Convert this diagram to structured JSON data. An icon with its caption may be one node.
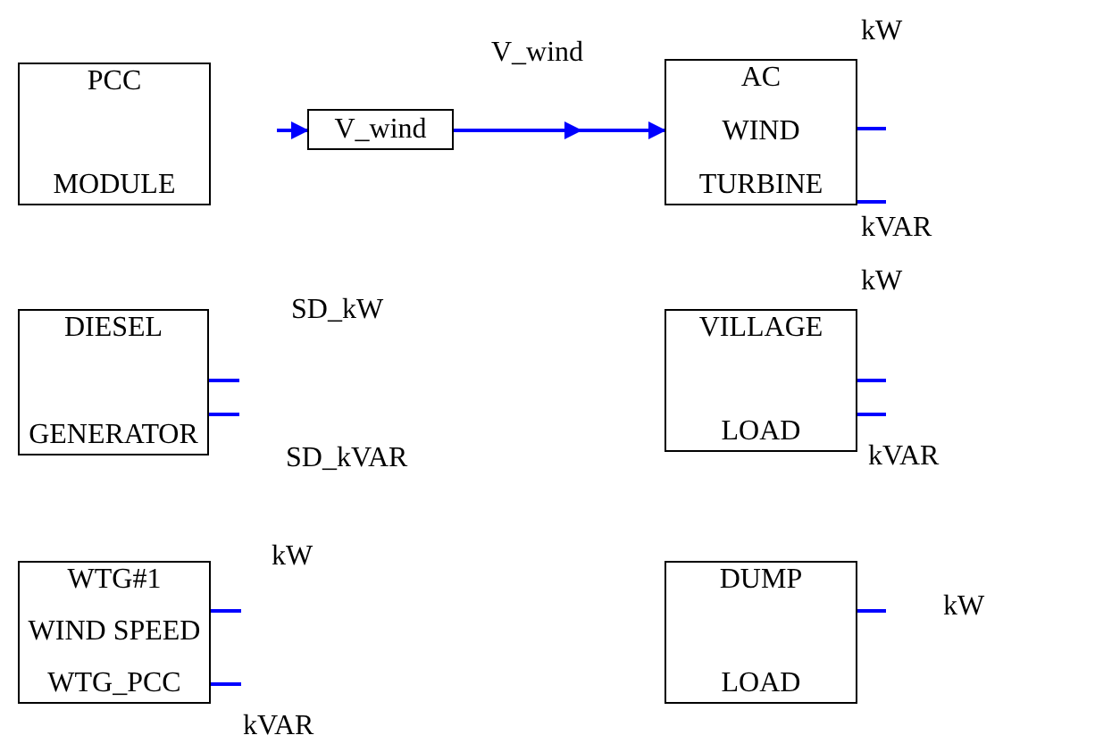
{
  "diagram": {
    "nodes": [
      {
        "text": [
          "PCC",
          "MODULE"
        ]
      },
      {
        "text": [
          "V_wind"
        ]
      },
      {
        "text": [
          "AC",
          "WIND",
          "TURBINE"
        ]
      },
      {
        "text": [
          "DIESEL",
          "GENERATOR"
        ]
      },
      {
        "text": [
          "VILLAGE",
          "LOAD"
        ]
      },
      {
        "text": [
          "WTG#1",
          "WIND SPEED",
          "WTG_PCC"
        ]
      },
      {
        "text": [
          "DUMP",
          "LOAD"
        ]
      }
    ],
    "edges": [
      {
        "from": null,
        "to": 1,
        "arrow": "to"
      },
      {
        "from": 1,
        "to": 2,
        "arrow": "to",
        "label": "V_wind"
      },
      {
        "from": 2,
        "to": null,
        "arrow": "none",
        "label": "kW"
      },
      {
        "from": 2,
        "to": null,
        "arrow": "none",
        "label": "kVAR"
      },
      {
        "from": 3,
        "to": null,
        "arrow": "none",
        "label": "SD_kW"
      },
      {
        "from": 3,
        "to": null,
        "arrow": "none",
        "label": "SD_kVAR"
      },
      {
        "from": 4,
        "to": null,
        "arrow": "none",
        "label": "kW"
      },
      {
        "from": 4,
        "to": null,
        "arrow": "none",
        "label": "kVAR"
      },
      {
        "from": 5,
        "to": null,
        "arrow": "none",
        "label": "kW"
      },
      {
        "from": 5,
        "to": null,
        "arrow": "none",
        "label": "kVAR"
      },
      {
        "from": 6,
        "to": null,
        "arrow": "none",
        "label": "kW"
      }
    ]
  }
}
